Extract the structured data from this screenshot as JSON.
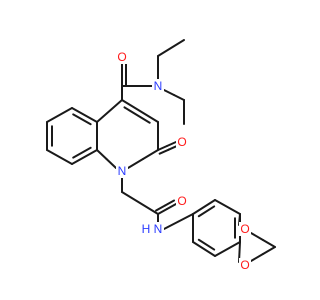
{
  "molecule": {
    "atom_labels": {
      "o_amide_top": "O",
      "n_diethyl": "N",
      "n_ring": "N",
      "o_ring_carbonyl": "O",
      "o_side_carbonyl": "O",
      "n_h": "N",
      "h_on_n": "H",
      "o_dioxole_top": "O",
      "o_dioxole_bottom": "O"
    },
    "colors": {
      "carbon_bond": "#1a1a1a",
      "oxygen": "#ff1a1a",
      "nitrogen": "#2b3cff",
      "background": "#ffffff"
    }
  }
}
